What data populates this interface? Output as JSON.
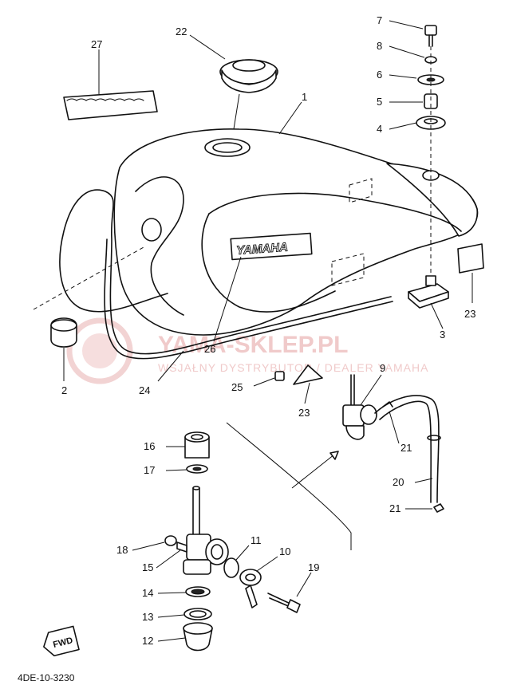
{
  "watermark": {
    "title": "YAMA-SKLEP.PL",
    "subtitle": "WSJAŁNY DYSTRYBUTOR / DEALER YAMAHA"
  },
  "tank_emblem": "YAMAHA",
  "fwd_label": "FWD",
  "diagram_code": "4DE-10-3230",
  "callouts": [
    "1",
    "2",
    "3",
    "4",
    "5",
    "6",
    "7",
    "8",
    "9",
    "10",
    "11",
    "12",
    "13",
    "14",
    "15",
    "16",
    "17",
    "18",
    "19",
    "20",
    "21",
    "21",
    "22",
    "23",
    "23",
    "24",
    "25",
    "26",
    "27"
  ]
}
